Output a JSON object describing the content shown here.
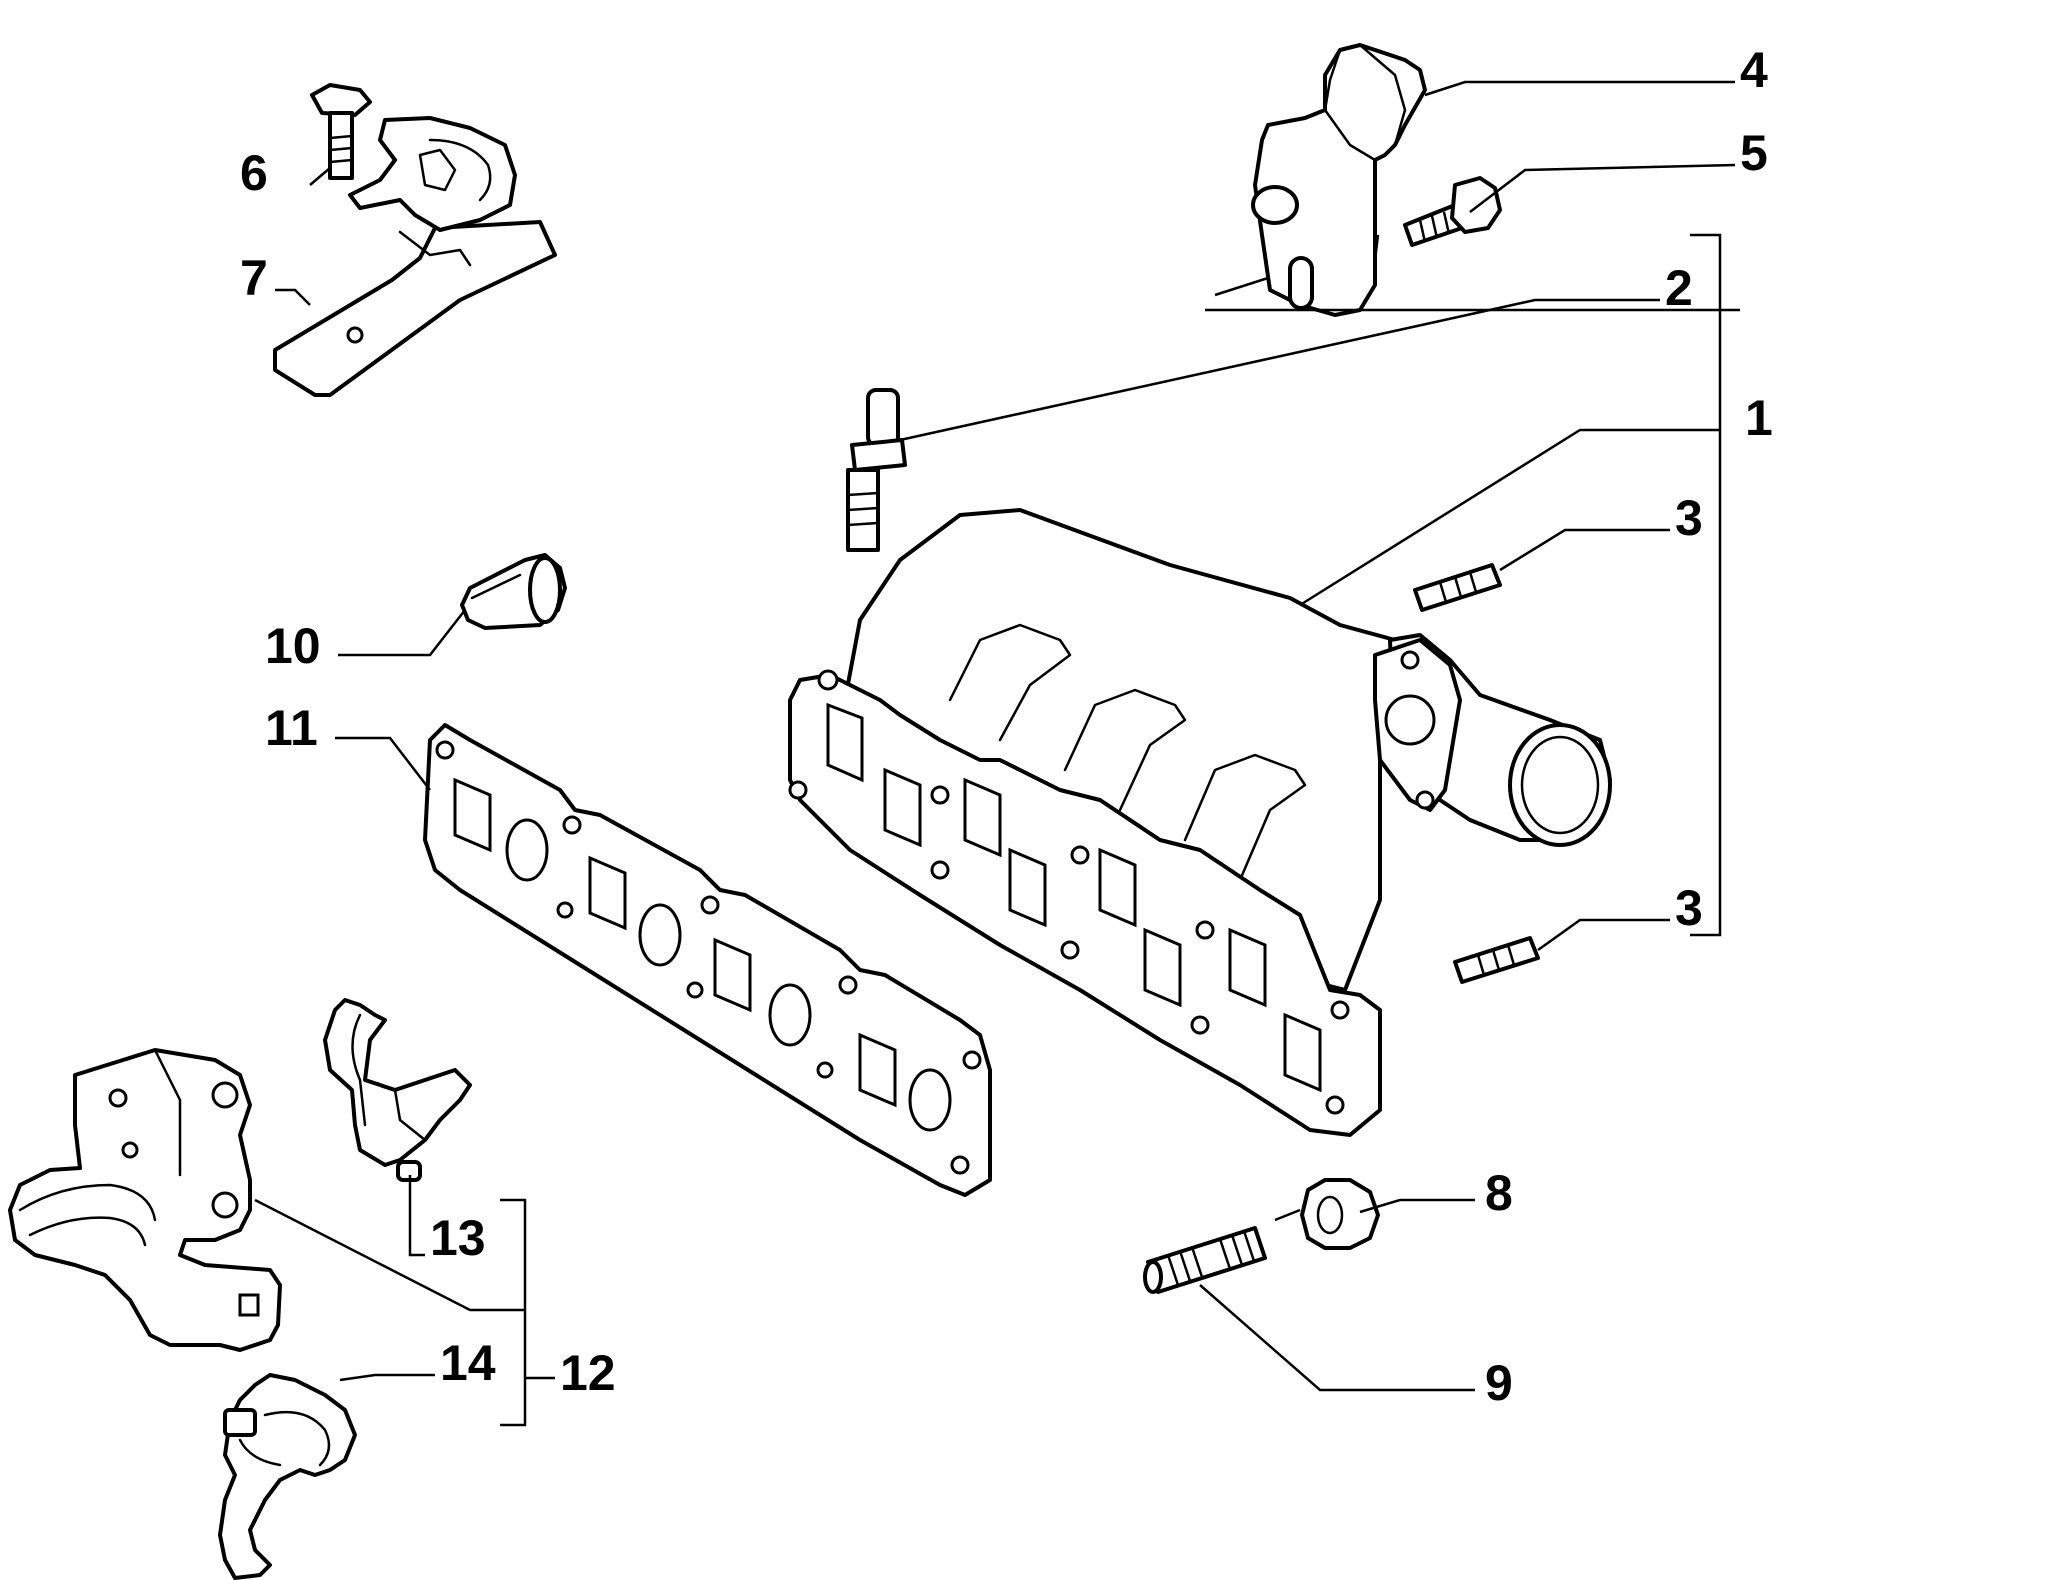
{
  "callouts": {
    "c1": "1",
    "c2": "2",
    "c3a": "3",
    "c3b": "3",
    "c4": "4",
    "c5": "5",
    "c6": "6",
    "c7": "7",
    "c8": "8",
    "c9": "9",
    "c10": "10",
    "c11": "11",
    "c12": "12",
    "c13": "13",
    "c14": "14"
  },
  "colors": {
    "line": "#000000",
    "background": "#ffffff"
  }
}
